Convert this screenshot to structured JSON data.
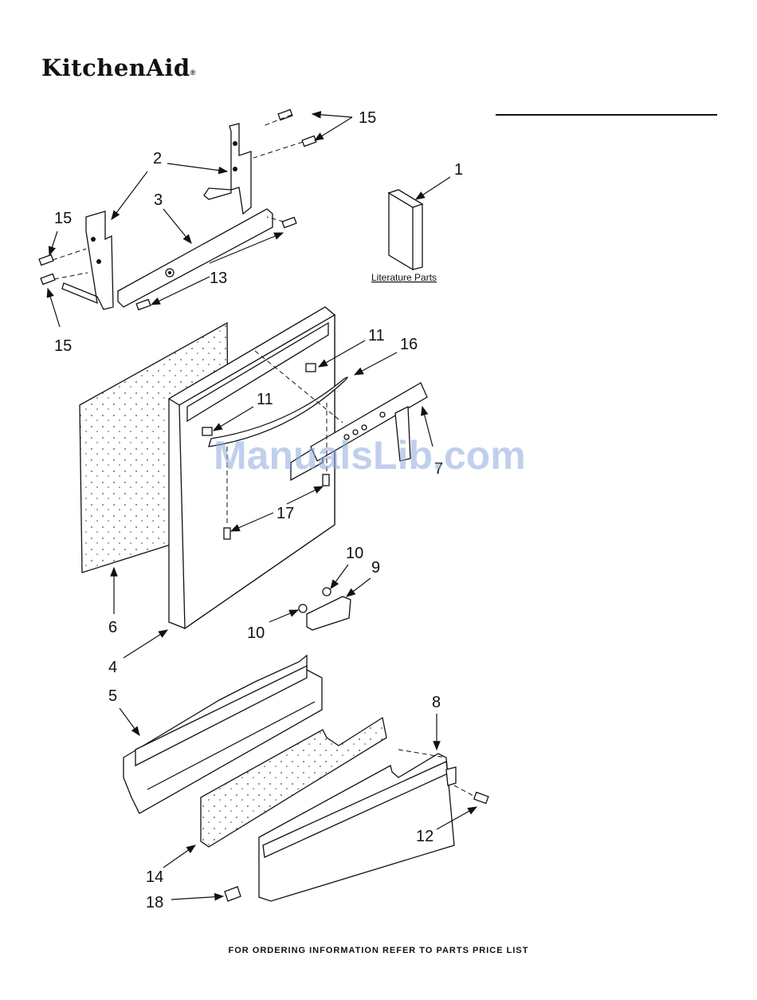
{
  "header": {
    "brand": "KitchenAid",
    "reg": "®"
  },
  "literature_label": "Literature Parts",
  "watermark": "ManualsLib.com",
  "footer": "FOR ORDERING INFORMATION REFER TO PARTS PRICE LIST",
  "callouts": {
    "c1": "1",
    "c2": "2",
    "c3": "3",
    "c4": "4",
    "c5": "5",
    "c6": "6",
    "c7": "7",
    "c8": "8",
    "c9": "9",
    "c10a": "10",
    "c10b": "10",
    "c11a": "11",
    "c11b": "11",
    "c12": "12",
    "c13": "13",
    "c14": "14",
    "c15a": "15",
    "c15b": "15",
    "c15c": "15",
    "c16": "16",
    "c17": "17",
    "c18": "18"
  }
}
